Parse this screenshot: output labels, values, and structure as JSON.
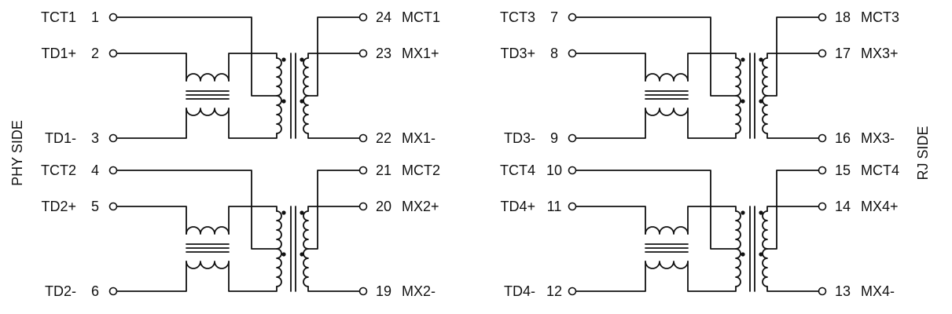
{
  "side_labels": {
    "left": "PHY SIDE",
    "right": "RJ SIDE"
  },
  "channels": [
    {
      "left_pins": [
        {
          "name": "TCT1",
          "num": "1"
        },
        {
          "name": "TD1+",
          "num": "2"
        },
        {
          "name": "TD1-",
          "num": "3"
        }
      ],
      "right_pins": [
        {
          "num": "24",
          "name": "MCT1"
        },
        {
          "num": "23",
          "name": "MX1+"
        },
        {
          "num": "22",
          "name": "MX1-"
        }
      ]
    },
    {
      "left_pins": [
        {
          "name": "TCT2",
          "num": "4"
        },
        {
          "name": "TD2+",
          "num": "5"
        },
        {
          "name": "TD2-",
          "num": "6"
        }
      ],
      "right_pins": [
        {
          "num": "21",
          "name": "MCT2"
        },
        {
          "num": "20",
          "name": "MX2+"
        },
        {
          "num": "19",
          "name": "MX2-"
        }
      ]
    },
    {
      "left_pins": [
        {
          "name": "TCT3",
          "num": "7"
        },
        {
          "name": "TD3+",
          "num": "8"
        },
        {
          "name": "TD3-",
          "num": "9"
        }
      ],
      "right_pins": [
        {
          "num": "18",
          "name": "MCT3"
        },
        {
          "num": "17",
          "name": "MX3+"
        },
        {
          "num": "16",
          "name": "MX3-"
        }
      ]
    },
    {
      "left_pins": [
        {
          "name": "TCT4",
          "num": "10"
        },
        {
          "name": "TD4+",
          "num": "11"
        },
        {
          "name": "TD4-",
          "num": "12"
        }
      ],
      "right_pins": [
        {
          "num": "15",
          "name": "MCT4"
        },
        {
          "num": "14",
          "name": "MX4+"
        },
        {
          "num": "13",
          "name": "MX4-"
        }
      ]
    }
  ]
}
